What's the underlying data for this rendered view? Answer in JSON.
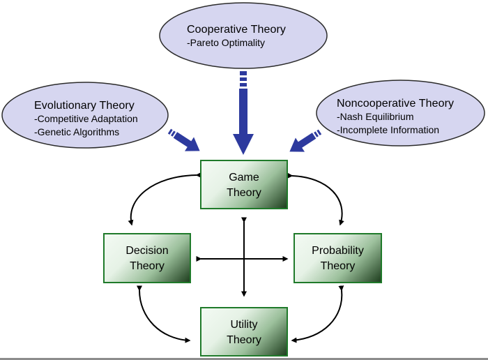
{
  "theories": {
    "cooperative": {
      "title": "Cooperative Theory",
      "items": [
        "-Pareto Optimality"
      ]
    },
    "evolutionary": {
      "title": "Evolutionary Theory",
      "items": [
        "-Competitive Adaptation",
        "-Genetic Algorithms"
      ]
    },
    "noncooperative": {
      "title": "Noncooperative Theory",
      "items": [
        "-Nash Equilibrium",
        "-Incomplete Information"
      ]
    }
  },
  "boxes": {
    "game": {
      "line1": "Game",
      "line2": "Theory"
    },
    "decision": {
      "line1": "Decision",
      "line2": "Theory"
    },
    "probability": {
      "line1": "Probability",
      "line2": "Theory"
    },
    "utility": {
      "line1": "Utility",
      "line2": "Theory"
    }
  },
  "colors": {
    "ellipse_fill": "#d6d6f0",
    "ellipse_stroke": "#2b2b2b",
    "big_arrow": "#2d3a9e",
    "box_border": "#1f7a2a",
    "thin_arrow": "#000000"
  }
}
